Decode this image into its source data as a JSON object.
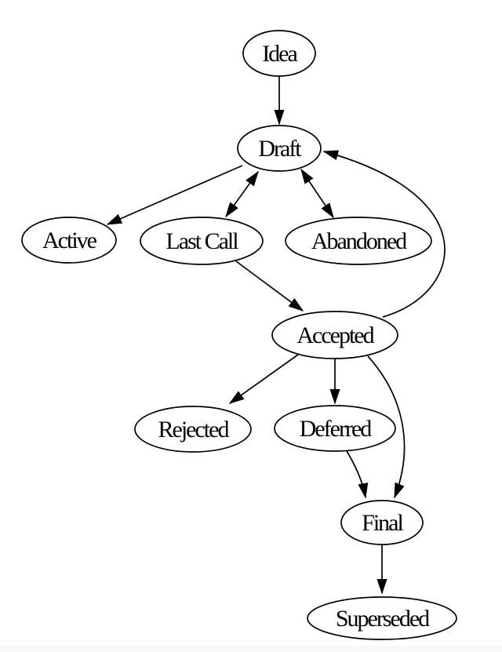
{
  "diagram": {
    "type": "state-flow-graph",
    "background_color": "#ffffff",
    "node_fill_color": "#ffffff",
    "line_color": "#000000",
    "text_color": "#000000",
    "nodes": [
      {
        "id": "idea",
        "label": "Idea"
      },
      {
        "id": "draft",
        "label": "Draft"
      },
      {
        "id": "active",
        "label": "Active"
      },
      {
        "id": "last-call",
        "label": "Last Call"
      },
      {
        "id": "abandoned",
        "label": "Abandoned"
      },
      {
        "id": "accepted",
        "label": "Accepted"
      },
      {
        "id": "rejected",
        "label": "Rejected"
      },
      {
        "id": "deferred",
        "label": "Deferred"
      },
      {
        "id": "final",
        "label": "Final"
      },
      {
        "id": "superseded",
        "label": "Superseded"
      }
    ],
    "edges": [
      {
        "from": "Idea",
        "to": "Draft",
        "direction": "one-way"
      },
      {
        "from": "Draft",
        "to": "Active",
        "direction": "one-way"
      },
      {
        "from": "Draft",
        "to": "Last Call",
        "direction": "two-way"
      },
      {
        "from": "Draft",
        "to": "Abandoned",
        "direction": "two-way"
      },
      {
        "from": "Last Call",
        "to": "Accepted",
        "direction": "one-way"
      },
      {
        "from": "Accepted",
        "to": "Draft",
        "direction": "one-way"
      },
      {
        "from": "Accepted",
        "to": "Rejected",
        "direction": "one-way"
      },
      {
        "from": "Accepted",
        "to": "Deferred",
        "direction": "one-way"
      },
      {
        "from": "Accepted",
        "to": "Final",
        "direction": "one-way"
      },
      {
        "from": "Deferred",
        "to": "Final",
        "direction": "one-way"
      },
      {
        "from": "Final",
        "to": "Superseded",
        "direction": "one-way"
      }
    ]
  }
}
